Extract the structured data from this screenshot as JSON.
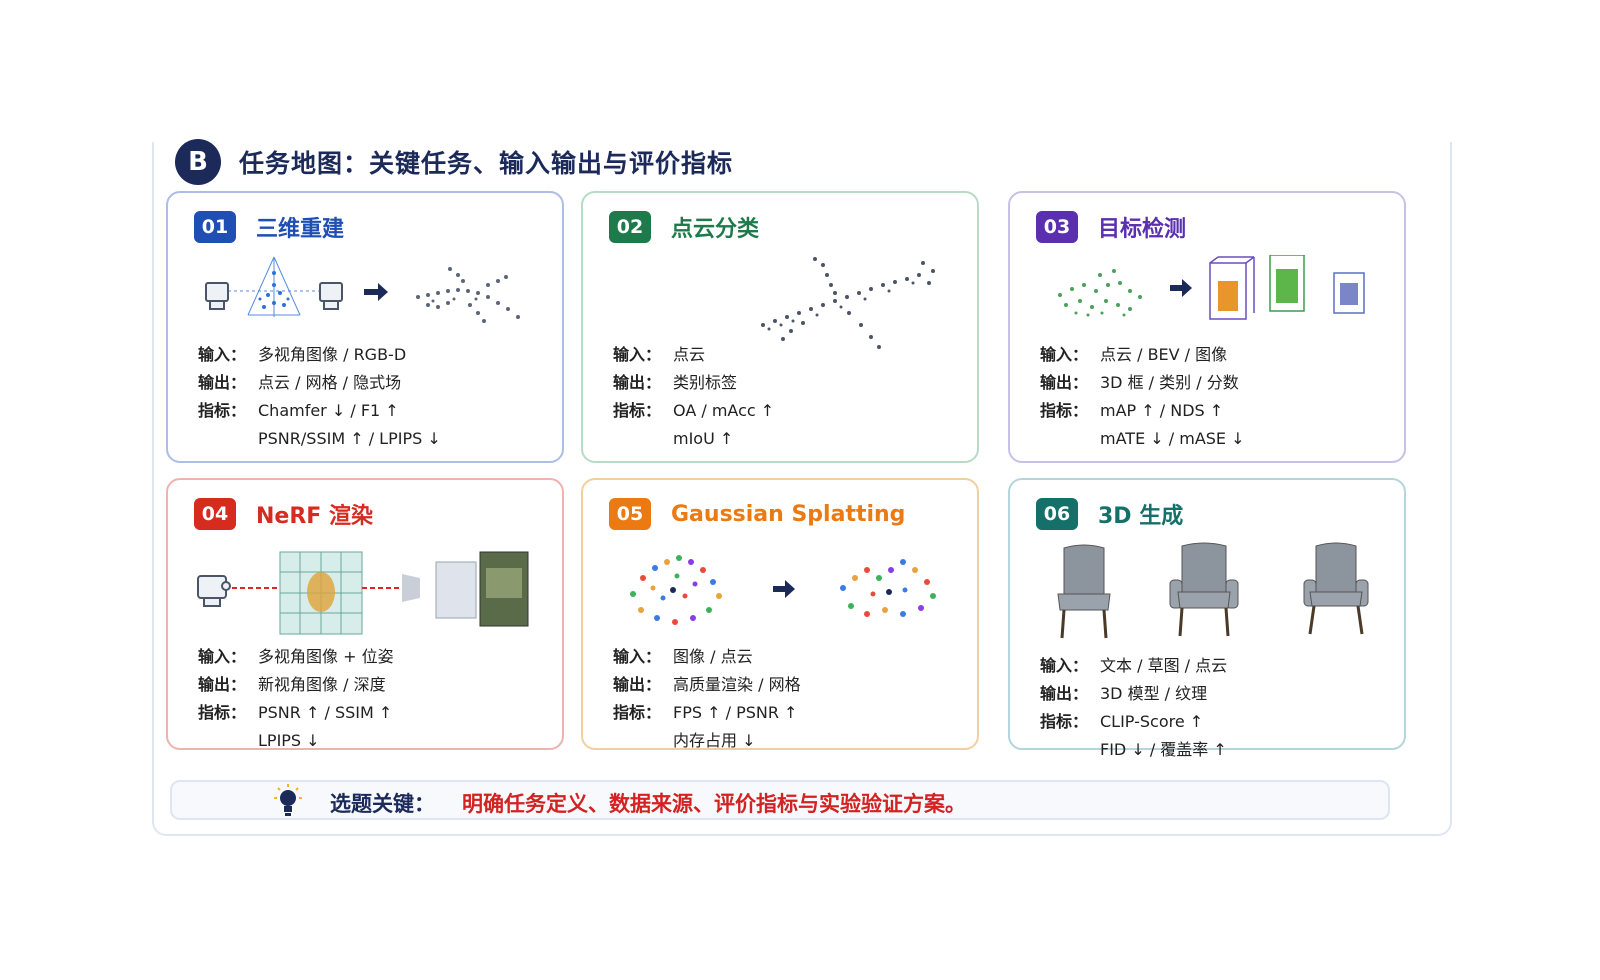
{
  "header": {
    "badge": "B",
    "title": "任务地图：关键任务、输入输出与评价指标"
  },
  "cards": [
    {
      "num": "01",
      "title": "三维重建",
      "color": "#1f4fb3",
      "rows": [
        {
          "label": "输入：",
          "value": "多视角图像 / RGB-D"
        },
        {
          "label": "输出：",
          "value": "点云 / 网格 / 隐式场"
        },
        {
          "label": "指标：",
          "value": "Chamfer ↓ / F1 ↑"
        },
        {
          "label": "",
          "value": "PSNR/SSIM ↑ / LPIPS ↓"
        }
      ]
    },
    {
      "num": "02",
      "title": "点云分类",
      "color": "#1e7a4a",
      "rows": [
        {
          "label": "输入：",
          "value": "点云"
        },
        {
          "label": "输出：",
          "value": "类别标签"
        },
        {
          "label": "指标：",
          "value": "OA / mAcc ↑"
        },
        {
          "label": "",
          "value": "mIoU ↑"
        }
      ]
    },
    {
      "num": "03",
      "title": "目标检测",
      "color": "#5a2fb0",
      "rows": [
        {
          "label": "输入：",
          "value": "点云 / BEV / 图像"
        },
        {
          "label": "输出：",
          "value": "3D 框 / 类别 / 分数"
        },
        {
          "label": "指标：",
          "value": "mAP ↑ / NDS ↑"
        },
        {
          "label": "",
          "value": "mATE ↓ / mASE ↓"
        }
      ]
    },
    {
      "num": "04",
      "title": "NeRF 渲染",
      "color": "#d62b1f",
      "rows": [
        {
          "label": "输入：",
          "value": "多视角图像 + 位姿"
        },
        {
          "label": "输出：",
          "value": "新视角图像 / 深度"
        },
        {
          "label": "指标：",
          "value": "PSNR ↑ / SSIM ↑"
        },
        {
          "label": "",
          "value": "LPIPS ↓"
        }
      ]
    },
    {
      "num": "05",
      "title": "Gaussian Splatting",
      "color": "#ec7a12",
      "rows": [
        {
          "label": "输入：",
          "value": "图像 / 点云"
        },
        {
          "label": "输出：",
          "value": "高质量渲染 / 网格"
        },
        {
          "label": "指标：",
          "value": "FPS ↑ / PSNR ↑"
        },
        {
          "label": "",
          "value": "内存占用 ↓"
        }
      ]
    },
    {
      "num": "06",
      "title": "3D 生成",
      "color": "#16706a",
      "rows": [
        {
          "label": "输入：",
          "value": "文本 / 草图 / 点云"
        },
        {
          "label": "输出：",
          "value": "3D 模型 / 纹理"
        },
        {
          "label": "指标：",
          "value": "CLIP-Score ↑"
        },
        {
          "label": "",
          "value": "FID ↓ / 覆盖率 ↑"
        }
      ]
    }
  ],
  "footer": {
    "label": "选题关键：",
    "text": "明确任务定义、数据来源、评价指标与实验验证方案。"
  }
}
